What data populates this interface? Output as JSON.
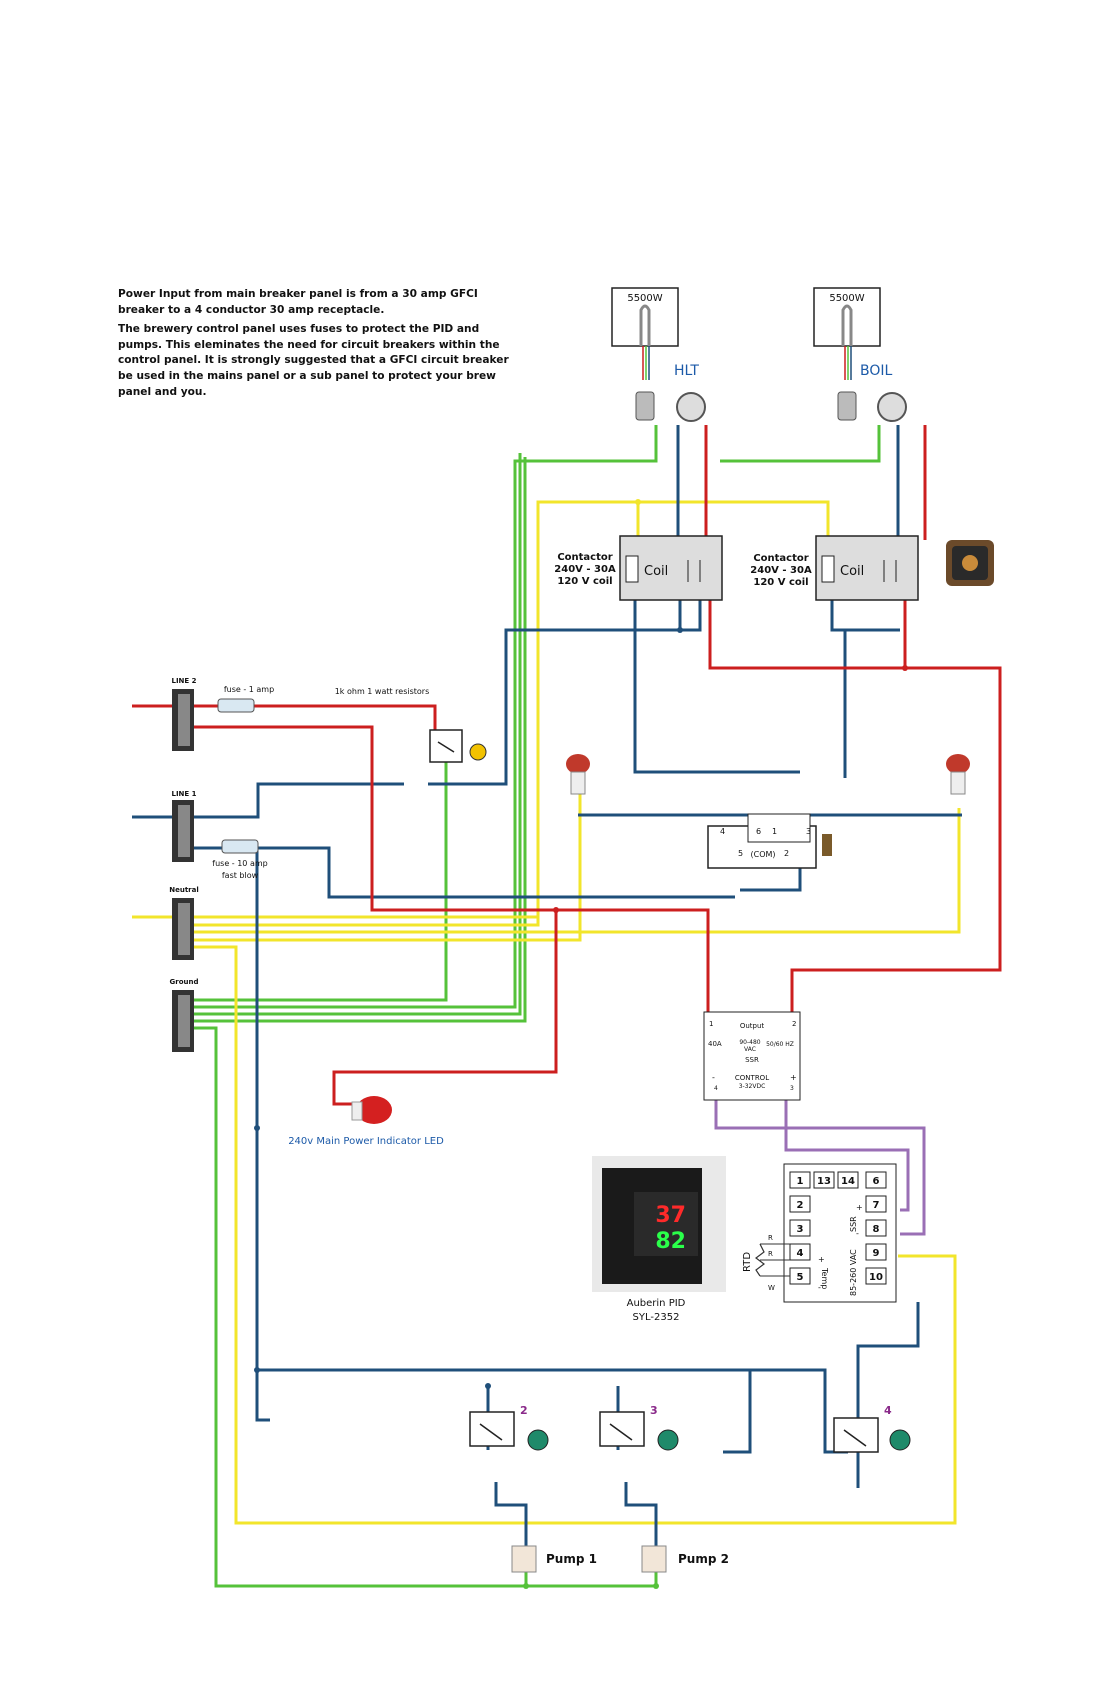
{
  "intro": {
    "para1": "Power Input from main breaker panel is from a 30 amp GFCI breaker to a 4 conductor 30 amp receptacle.",
    "para2": "The brewery control panel uses fuses to protect the PID and pumps. This eleminates the need for circuit breakers within the control panel. It is strongly suggested that a GFCI circuit breaker be used in the mains panel or a sub panel to protect your brew panel and you."
  },
  "heaters": {
    "hlt": {
      "power": "5500W",
      "name": "HLT"
    },
    "boil": {
      "power": "5500W",
      "name": "BOIL"
    }
  },
  "contactors": {
    "left": {
      "line1": "Contactor",
      "line2": "240V - 30A",
      "line3": "120 V coil",
      "coil": "Coil"
    },
    "right": {
      "line1": "Contactor",
      "line2": "240V - 30A",
      "line3": "120 V coil",
      "coil": "Coil"
    }
  },
  "terminals": {
    "line2": "LINE 2",
    "line1": "LINE 1",
    "neutral": "Neutral",
    "ground": "Ground"
  },
  "fuses": {
    "small": "fuse - 1 amp",
    "resistors": "1k ohm 1 watt resistors",
    "large_line1": "fuse - 10 amp",
    "large_line2": "fast blow"
  },
  "selector": {
    "com": "(COM)",
    "pins": [
      "4",
      "6",
      "1",
      "3",
      "5",
      "2"
    ]
  },
  "ssr": {
    "pin1": "1",
    "pin2": "2",
    "output": "Output",
    "rating": "40A",
    "voltage1": "90-480",
    "voltage2": "VAC",
    "freq": "50/60 HZ",
    "name": "SSR",
    "control": "CONTROL",
    "control_v": "3-32VDC",
    "minus": "-",
    "plus": "+",
    "pin4": "4",
    "pin3": "3"
  },
  "indicator_led": "240v Main Power Indicator LED",
  "pid": {
    "name": "Auberin PID",
    "model": "SYL-2352",
    "display_top": "37",
    "display_bottom": "82",
    "terminals": [
      "1",
      "13",
      "14",
      "6",
      "2",
      "7",
      "3",
      "8",
      "4",
      "9",
      "5",
      "10"
    ],
    "ssr_label": "SSR",
    "ssr_plus": "+",
    "ssr_minus": "-",
    "temp_label": "Temp",
    "temp_plus": "+",
    "temp_minus": "-",
    "vac_label": "85-260 VAC",
    "rtd_label": "RTD",
    "r1": "R",
    "r2": "R",
    "w": "W"
  },
  "switch_numbers": [
    "2",
    "3",
    "4"
  ],
  "pumps": {
    "p1": "Pump 1",
    "p2": "Pump 2"
  },
  "colors": {
    "red": "#cc1f1f",
    "blue": "#1f4f7a",
    "green": "#55c23a",
    "yellow": "#f2e52b",
    "purple": "#9a6fb5",
    "hlt_text": "#1c5aa8",
    "number_purple": "#8a2a8a"
  }
}
